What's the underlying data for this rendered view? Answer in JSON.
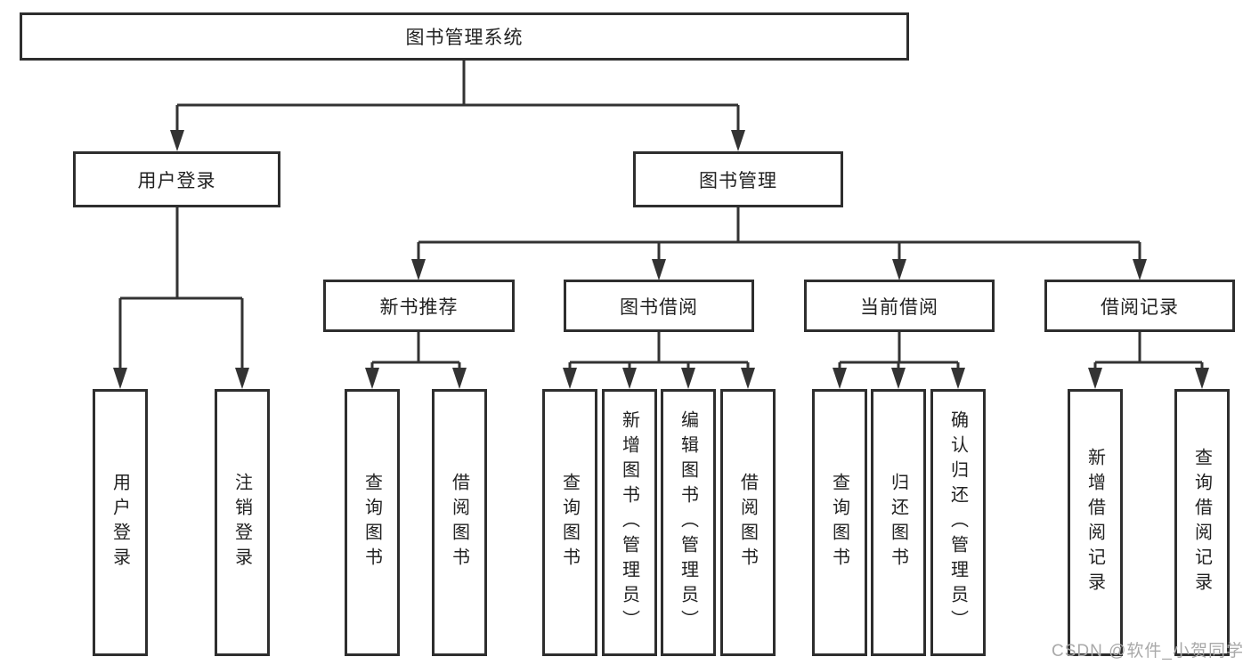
{
  "diagram": {
    "root": {
      "label": "图书管理系统"
    },
    "branches": [
      {
        "label": "用户登录",
        "children": [
          {
            "label": "用户登录"
          },
          {
            "label": "注销登录"
          }
        ]
      },
      {
        "label": "图书管理",
        "groups": [
          {
            "label": "新书推荐",
            "children": [
              {
                "label": "查询图书"
              },
              {
                "label": "借阅图书"
              }
            ]
          },
          {
            "label": "图书借阅",
            "children": [
              {
                "label": "查询图书"
              },
              {
                "label": "新增图书（管理员）"
              },
              {
                "label": "编辑图书（管理员）"
              },
              {
                "label": "借阅图书"
              }
            ]
          },
          {
            "label": "当前借阅",
            "children": [
              {
                "label": "查询图书"
              },
              {
                "label": "归还图书"
              },
              {
                "label": "确认归还（管理员）"
              }
            ]
          },
          {
            "label": "借阅记录",
            "children": [
              {
                "label": "新增借阅记录"
              },
              {
                "label": "查询借阅记录"
              }
            ]
          }
        ]
      }
    ],
    "watermark": "CSDN @软件_小贺同学",
    "colors": {
      "line": "#333333",
      "text": "#222222",
      "background": "#ffffff",
      "watermark": "#a9a9a9"
    }
  }
}
